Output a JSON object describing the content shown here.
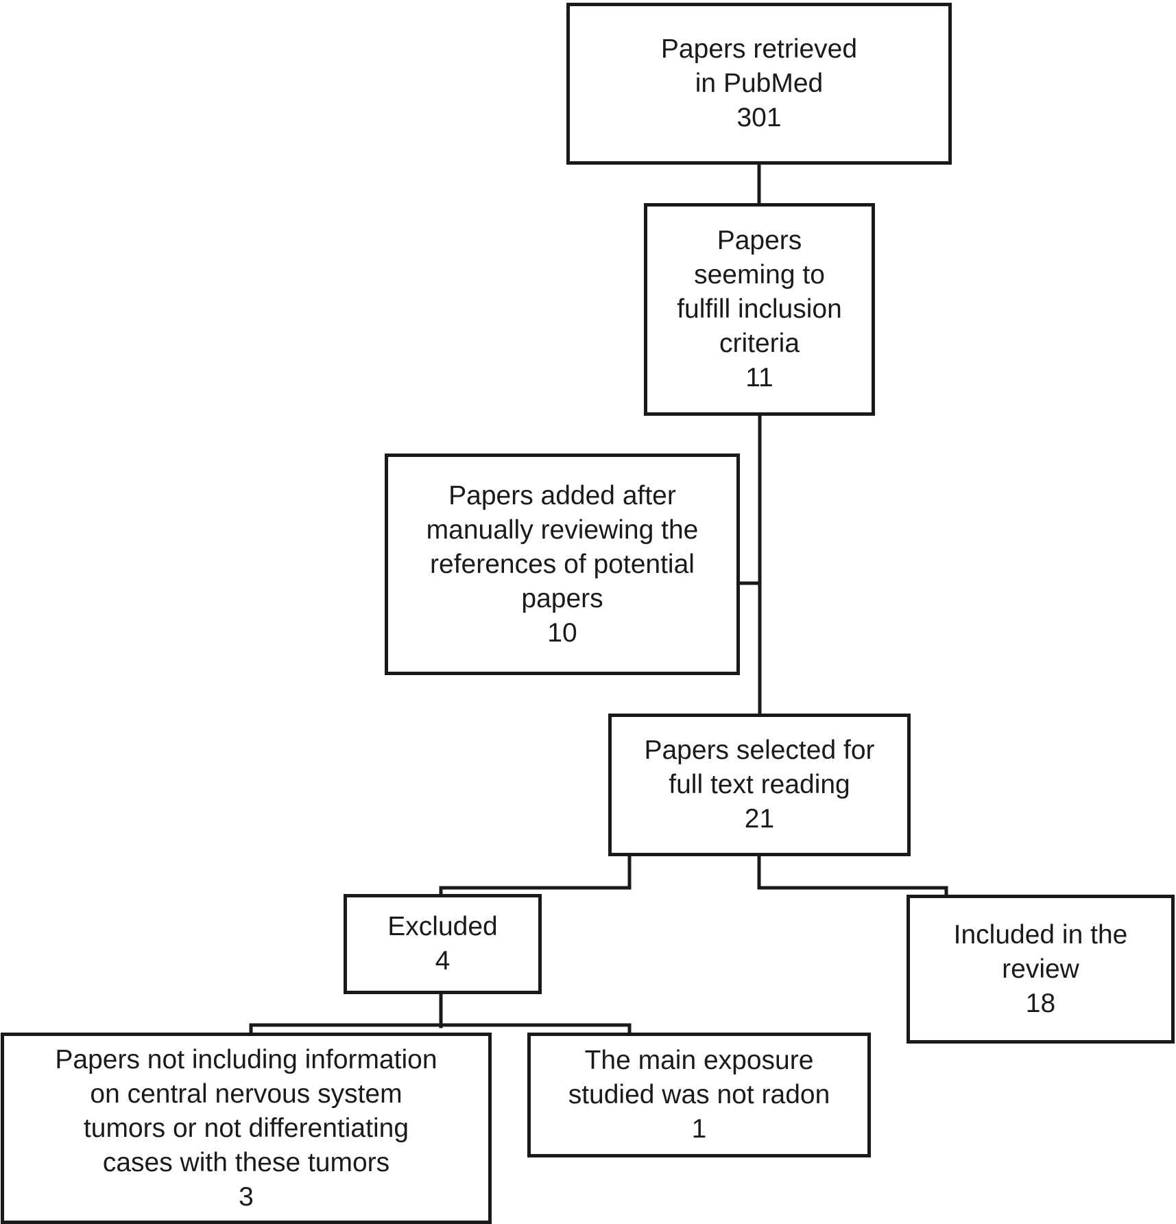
{
  "diagram": {
    "boxes": {
      "retrieved": {
        "lines": [
          "Papers retrieved",
          "in PubMed"
        ],
        "count": "301"
      },
      "inclusion": {
        "lines": [
          "Papers",
          "seeming to",
          "fulfill inclusion",
          "criteria"
        ],
        "count": "11"
      },
      "added": {
        "lines": [
          "Papers added after",
          "manually reviewing the",
          "references of potential",
          "papers"
        ],
        "count": "10"
      },
      "selected": {
        "lines": [
          "Papers selected for",
          "full text reading"
        ],
        "count": "21"
      },
      "excluded": {
        "lines": [
          "Excluded"
        ],
        "count": "4"
      },
      "included": {
        "lines": [
          "Included in the",
          "review"
        ],
        "count": "18"
      },
      "no_cns_info": {
        "lines": [
          "Papers not including information",
          "on central nervous system",
          "tumors or not differentiating",
          "cases with these tumors"
        ],
        "count": "3"
      },
      "not_radon": {
        "lines": [
          "The main exposure",
          "studied was not radon"
        ],
        "count": "1"
      }
    }
  }
}
